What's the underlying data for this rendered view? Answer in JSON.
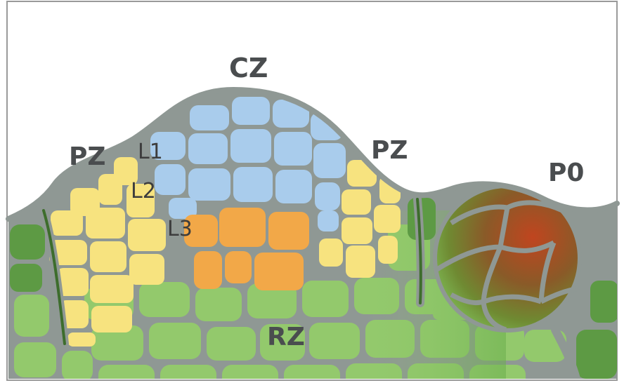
{
  "diagram": {
    "labels": {
      "cz": "CZ",
      "pz_left": "PZ",
      "pz_right": "PZ",
      "p0": "P0",
      "rz": "RZ",
      "l1": "L1",
      "l2": "L2",
      "l3": "L3"
    },
    "colors": {
      "outline": "#8f9894",
      "central_zone": "#a9ccec",
      "peripheral_zone": "#f7e37f",
      "organizing_center": "#f2a848",
      "rib_zone": "#8fc86a",
      "primordium": "#9a4a24",
      "leaf_dark": "#4e8a3a"
    }
  }
}
